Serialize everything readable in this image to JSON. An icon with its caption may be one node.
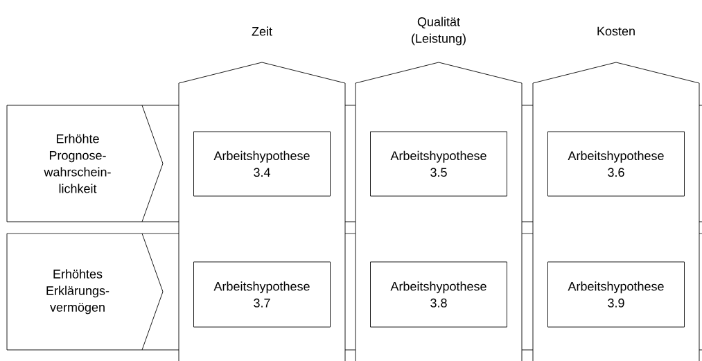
{
  "diagram": {
    "nodes": [
      {
        "text": [
          "Zeit"
        ]
      },
      {
        "text": [
          "Qualität (Leistung)"
        ]
      },
      {
        "text": [
          "Kosten"
        ]
      },
      {
        "text": [
          "Erhöhte Prognose- wahrschein- lichkeit"
        ]
      },
      {
        "text": [
          "Erhöhtes Erklärungs- vermögen"
        ]
      },
      {
        "text": [
          "Arbeitshypothese 3.4"
        ]
      },
      {
        "text": [
          "Arbeitshypothese 3.5"
        ]
      },
      {
        "text": [
          "Arbeitshypothese 3.6"
        ]
      },
      {
        "text": [
          "Arbeitshypothese 3.7"
        ]
      },
      {
        "text": [
          "Arbeitshypothese 3.8"
        ]
      },
      {
        "text": [
          "Arbeitshypothese 3.9"
        ]
      }
    ],
    "edges": []
  }
}
